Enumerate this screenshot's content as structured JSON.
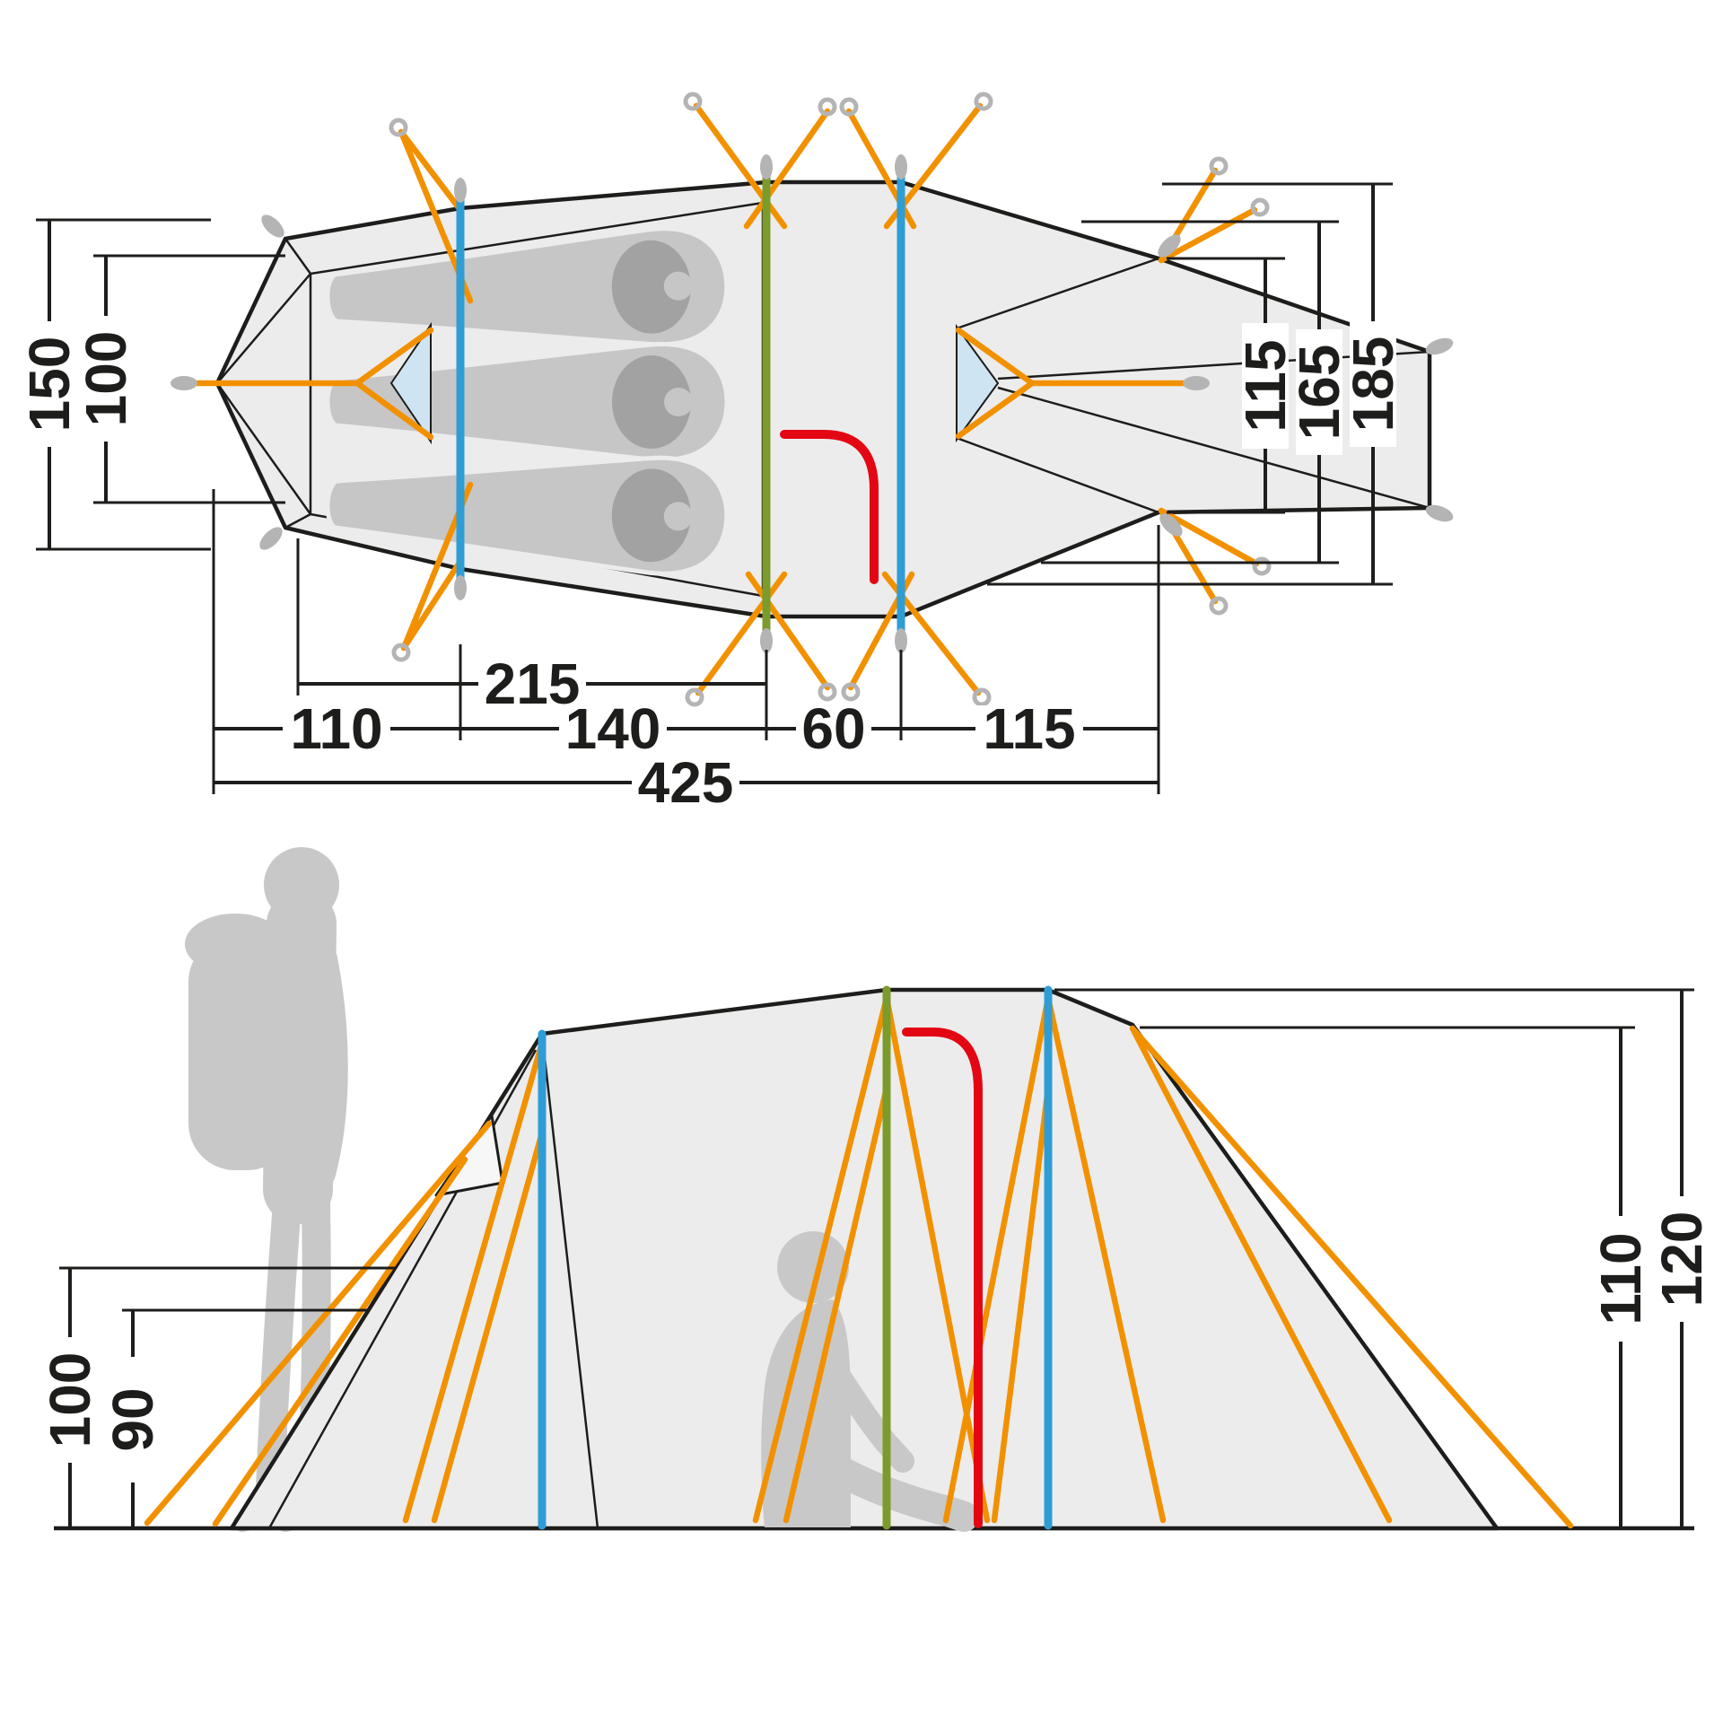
{
  "colors": {
    "outline": "#1d1d1b",
    "tent_fill": "#ececec",
    "pole_blue": "#2f9dd5",
    "pole_green": "#7b9b2d",
    "door_red": "#e30613",
    "guy_orange": "#f29100",
    "bag_fill": "#c6c6c6",
    "bag_hood": "#a2a2a2",
    "silhouette": "#c8c8c8",
    "window_blue": "#cfe4f3",
    "loop_gray": "#b4b4b4"
  },
  "top_view": {
    "width_left_outer": "150",
    "width_left_inner": "100",
    "width_right_end": "115",
    "width_right_mid": "165",
    "width_right_outer": "185",
    "length_inner_tent": "215",
    "length_front": "110",
    "length_sleeping": "140",
    "length_porch": "60",
    "length_rear": "115",
    "length_total": "425"
  },
  "side_view": {
    "height_left_outer": "100",
    "height_left_inner": "90",
    "height_right_inner": "110",
    "height_right_outer": "120"
  }
}
